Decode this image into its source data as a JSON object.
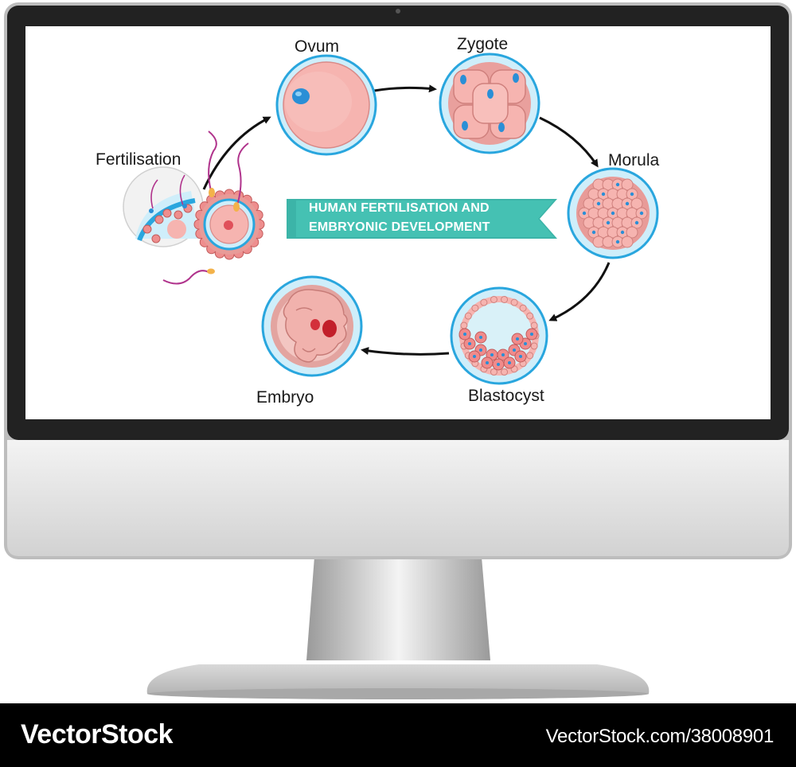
{
  "diagram": {
    "banner": {
      "line1": "HUMAN FERTILISATION AND",
      "line2": "EMBRYONIC DEVELOPMENT",
      "color": "#3cb4a8"
    },
    "stages": [
      {
        "id": "fertilisation",
        "label": "Fertilisation"
      },
      {
        "id": "ovum",
        "label": "Ovum"
      },
      {
        "id": "zygote",
        "label": "Zygote"
      },
      {
        "id": "morula",
        "label": "Morula"
      },
      {
        "id": "blastocyst",
        "label": "Blastocyst"
      },
      {
        "id": "embryo",
        "label": "Embryo"
      }
    ],
    "colors": {
      "ring": "#29a6de",
      "cell": "#f6b4b0",
      "nucleus": "#2a8fd6",
      "sperm": "#b0338c"
    }
  },
  "footer": {
    "brand": "VectorStock",
    "image_ref": "VectorStock.com/38008901"
  }
}
